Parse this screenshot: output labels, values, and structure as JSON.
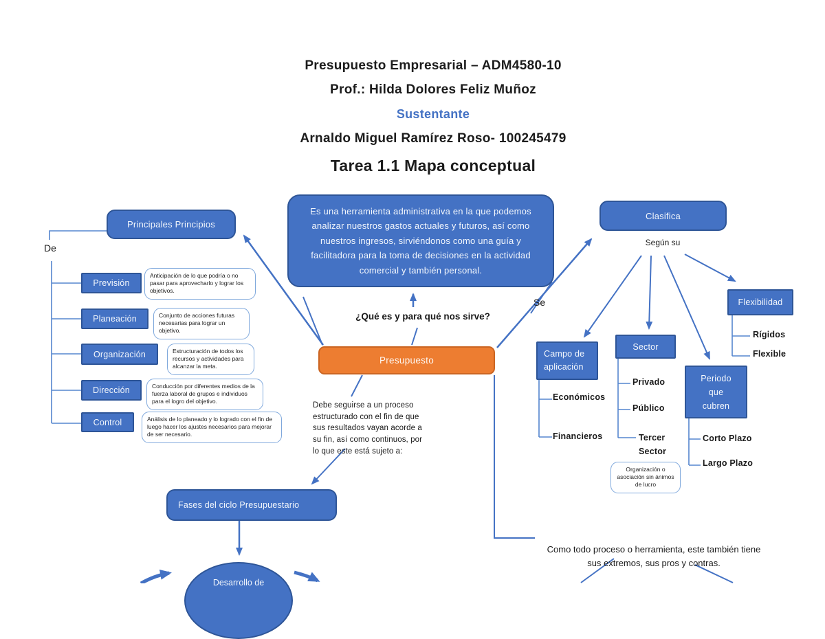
{
  "header": {
    "course": "Presupuesto Empresarial – ADM4580-10",
    "professor": "Prof.: Hilda Dolores Feliz Muñoz",
    "role_label": "Sustentante",
    "student": "Arnaldo Miguel Ramírez Roso- 100245479",
    "task_title": "Tarea 1.1 Mapa conceptual"
  },
  "map": {
    "definition": "Es una herramienta administrativa en la que podemos analizar nuestros gastos actuales y futuros, así como nuestros ingresos, sirviéndonos como una guía y facilitadora para la toma de decisiones en la actividad comercial y también personal.",
    "question": "¿Qué es y para qué nos sirve?",
    "central_node": "Presupuesto",
    "process_note": "Debe seguirse a un proceso\nestructurado con el fin de que\nsus resultados vayan acorde a\nsu fin, así como continuos, por\nlo que este está sujeto a:",
    "labels": {
      "de": "De",
      "se": "Se"
    },
    "principles": {
      "title": "Principales Principios",
      "items": [
        {
          "label": "Previsión",
          "desc": "Anticipación de lo que podría o no pasar para aprovecharlo y lograr los objetivos."
        },
        {
          "label": "Planeación",
          "desc": "Conjunto de acciones futuras necesarias para lograr un objetivo."
        },
        {
          "label": "Organización",
          "desc": "Estructuración de todos los recursos y actividades para alcanzar la meta."
        },
        {
          "label": "Dirección",
          "desc": "Conducción por diferentes medios de la fuerza laboral de grupos e individuos para el logro del objetivo."
        },
        {
          "label": "Control",
          "desc": "Análisis de lo planeado y lo logrado con el fin de luego hacer los ajustes necesarios para mejorar de ser necesario."
        }
      ]
    },
    "classification": {
      "title": "Clasifica",
      "qualifier": "Según su",
      "branches": [
        {
          "label": "Campo de\naplicación",
          "children": [
            "Económicos",
            "Financieros"
          ]
        },
        {
          "label": "Sector",
          "children": [
            "Privado",
            "Público",
            "Tercer\nSector"
          ],
          "note": "Organización o asociación sin ánimos de lucro"
        },
        {
          "label": "Periodo\nque\ncubren",
          "children": [
            "Corto Plazo",
            "Largo Plazo"
          ]
        },
        {
          "label": "Flexibilidad",
          "children": [
            "Rígidos",
            "Flexible"
          ]
        }
      ]
    },
    "phases": {
      "title": "Fases del ciclo Presupuestario",
      "first": "Desarrollo de"
    },
    "pros_cons": "Como todo proceso o herramienta, este también tiene sus extremos, sus pros y contras."
  },
  "colors": {
    "node_blue": "#4472C4",
    "node_border": "#2E5597",
    "orange": "#ED7D31",
    "orange_border": "#CB6522",
    "line_blue": "#4472C4"
  }
}
